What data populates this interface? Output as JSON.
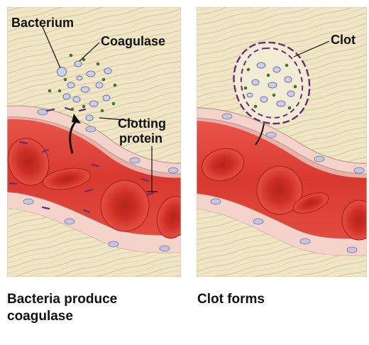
{
  "colors": {
    "tissue": "#f0e6c5",
    "fiber": "#d7c9a0",
    "vessel_wall": "#e7b0a8",
    "blood": "#d8392f",
    "red_cell": "#c42a22",
    "cell_membrane": "#c4c6e0",
    "bacterium": "#cdd0ec",
    "coagulase": "#3a7a2a",
    "clotting_protein": "#6a2b73"
  },
  "left_panel": {
    "labels": {
      "bacterium": "Bacterium",
      "coagulase": "Coagulase",
      "clotting_protein_line1": "Clotting",
      "clotting_protein_line2": "protein"
    },
    "caption_line1": "Bacteria produce",
    "caption_line2": "coagulase"
  },
  "right_panel": {
    "labels": {
      "clot": "Clot"
    },
    "caption": "Clot forms"
  }
}
